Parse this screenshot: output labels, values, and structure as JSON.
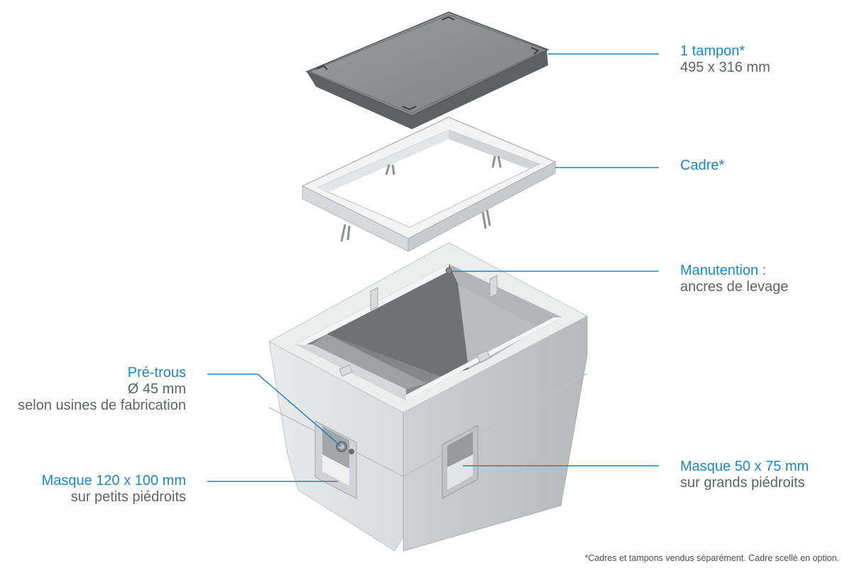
{
  "labels": {
    "tampon": {
      "title": "1 tampon*",
      "sub": "495 x 316 mm"
    },
    "cadre": {
      "title": "Cadre*"
    },
    "manutention": {
      "title": "Manutention :",
      "sub": "ancres de levage"
    },
    "pretrous": {
      "title": "Pré-trous",
      "sub1": "Ø 45 mm",
      "sub2": "selon usines de fabrication"
    },
    "masque_petit": {
      "title": "Masque 120 x 100 mm",
      "sub": "sur petits piédroits"
    },
    "masque_grand": {
      "title": "Masque 50 x 75 mm",
      "sub": "sur grands piédroits"
    }
  },
  "footnote": "*Cadres et tampons vendus séparément. Cadre scellé en option.",
  "colors": {
    "accent": "#1d87c6",
    "text": "#5f6266",
    "lid_top": "#8d8f92",
    "lid_edge": "#5e6064",
    "concrete_light": "#e2e3e5",
    "concrete_mid": "#cfd0d3",
    "concrete_dark": "#b9babd",
    "interior": "#7d7f83"
  }
}
